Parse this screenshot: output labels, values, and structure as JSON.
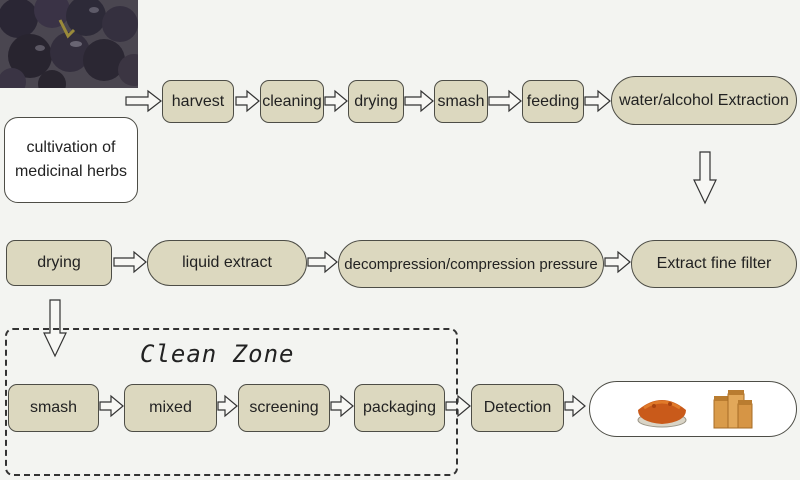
{
  "source": {
    "line1": "cultivation of",
    "line2": "medicinal herbs"
  },
  "row1": [
    "harvest",
    "cleaning",
    "drying",
    "smash",
    "feeding",
    "water/alcohol Extraction"
  ],
  "row2": [
    "drying",
    "liquid extract",
    "decompression/compression pressure",
    "Extract fine filter"
  ],
  "zone": {
    "label": "Clean Zone"
  },
  "row3": [
    "smash",
    "mixed",
    "screening",
    "packaging",
    "Detection"
  ],
  "images": {
    "top_left": "grape-cluster-photo",
    "result": "extract-powder-and-jars-photo"
  }
}
